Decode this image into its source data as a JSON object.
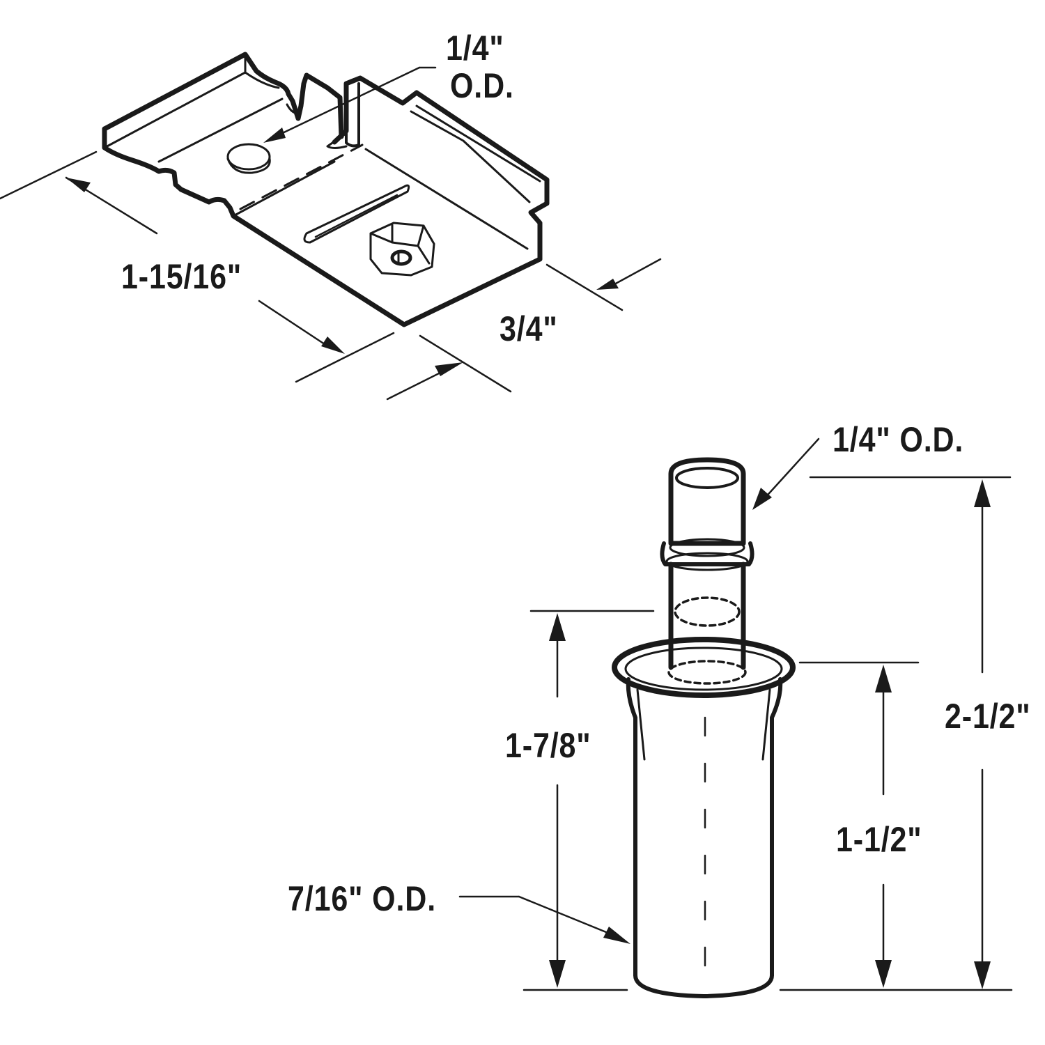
{
  "diagram": {
    "type": "technical-dimension-drawing",
    "colors": {
      "line": "#1a1a1a",
      "background": "#ffffff"
    },
    "parts": [
      {
        "name": "mounting-bracket",
        "labels": {
          "pin_od_line1": "1/4\"",
          "pin_od_line2": "O.D.",
          "length": "1-15/16\"",
          "width": "3/4\""
        }
      },
      {
        "name": "spring-pivot-pin",
        "labels": {
          "tip_od": "1/4\" O.D.",
          "overall_height": "2-1/2\"",
          "body_height": "1-7/8\"",
          "sleeve_height": "1-1/2\"",
          "sleeve_od": "7/16\" O.D."
        }
      }
    ]
  }
}
